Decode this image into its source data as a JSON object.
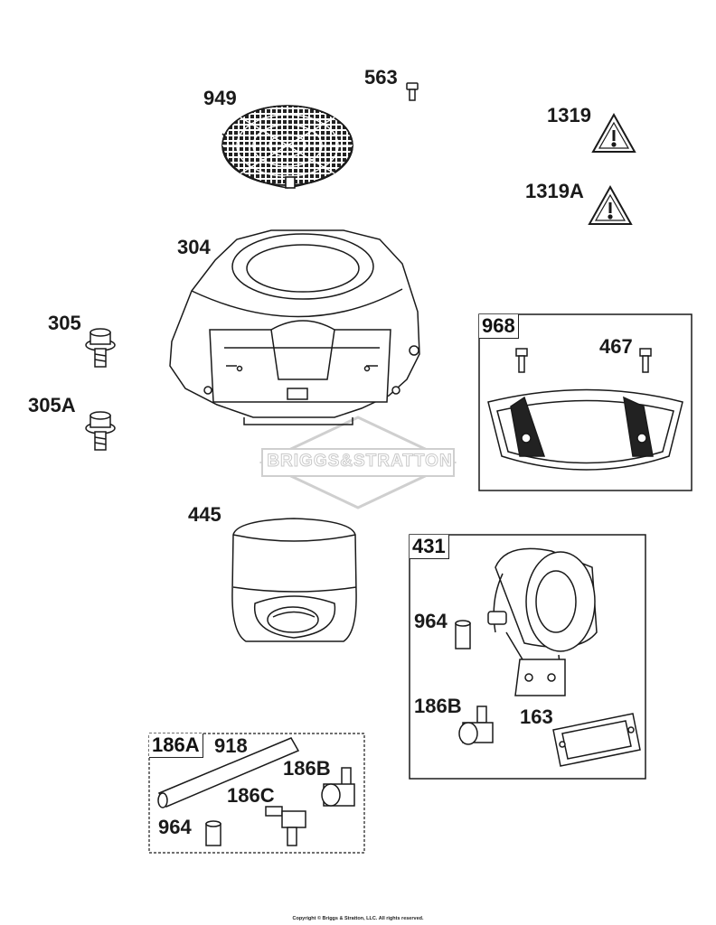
{
  "parts": {
    "p949": "949",
    "p563": "563",
    "p1319": "1319",
    "p1319A": "1319A",
    "p304": "304",
    "p305": "305",
    "p305A": "305A",
    "p968": "968",
    "p467": "467",
    "p445": "445",
    "p431": "431",
    "p964a": "964",
    "p186Ba": "186B",
    "p163": "163",
    "p186A": "186A",
    "p918": "918",
    "p186Bb": "186B",
    "p186C": "186C",
    "p964b": "964"
  },
  "watermark": "BRIGGS&STRATTON",
  "copyright": "Copyright © Briggs & Stratton, LLC. All rights reserved.",
  "colors": {
    "line": "#1a1a1a",
    "watermark": "#c9c9c9",
    "background": "#ffffff"
  }
}
